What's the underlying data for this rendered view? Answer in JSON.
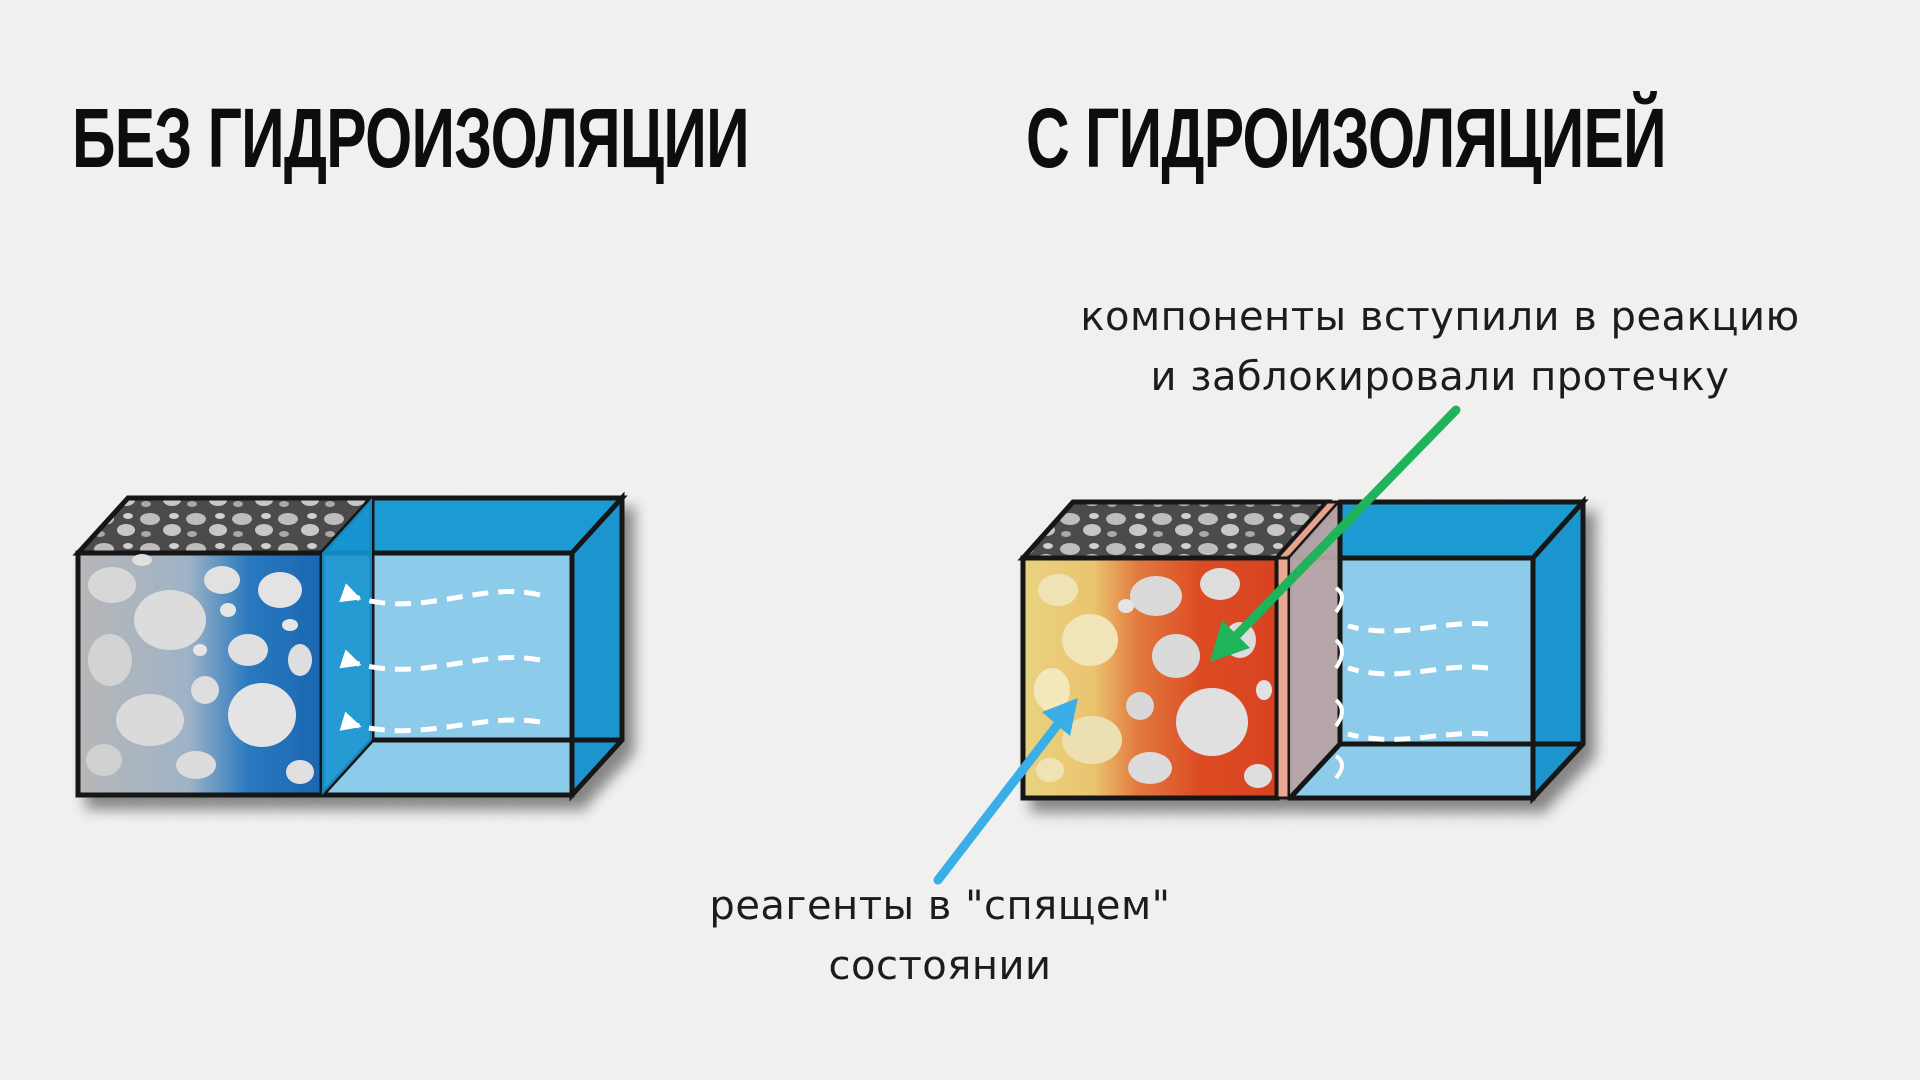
{
  "headings": {
    "left": "БЕЗ ГИДРОИЗОЛЯЦИИ",
    "right": "С ГИДРОИЗОЛЯЦИЕЙ"
  },
  "annotations": {
    "reaction": {
      "line1": "компоненты вступили в реакцию",
      "line2": "и заблокировали протечку",
      "arrow_color": "#1fb45a"
    },
    "dormant": {
      "line1": "реагенты в \"спящем\"",
      "line2": "состоянии",
      "arrow_color": "#3aaee6"
    }
  },
  "colors": {
    "water_face": "#8fcbea",
    "water_edge": "#1f9dd4",
    "concrete": "#b9b9b9",
    "soaked_concrete": "#1d6fb8",
    "dormant_reagent": "#e9cf78",
    "active_reagent": "#dd4a25",
    "membrane": "#e7a894"
  }
}
